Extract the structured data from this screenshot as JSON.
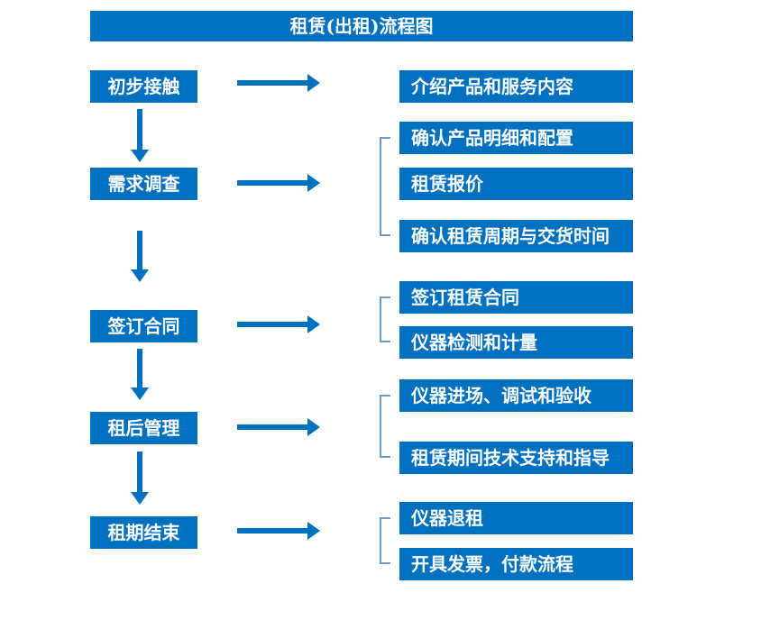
{
  "title": "租赁(出租)流程图",
  "colors": {
    "primary": "#0070C0",
    "bracket": "#6f9bcb",
    "text-on-primary": "#ffffff",
    "bg": "#ffffff"
  },
  "flow": {
    "steps": [
      {
        "label": "初步接触",
        "details": [
          "介绍产品和服务内容"
        ]
      },
      {
        "label": "需求调查",
        "details": [
          "确认产品明细和配置",
          "租赁报价",
          "确认租赁周期与交货时间"
        ]
      },
      {
        "label": "签订合同",
        "details": [
          "签订租赁合同",
          "仪器检测和计量"
        ]
      },
      {
        "label": "租后管理",
        "details": [
          "仪器进场、调试和验收",
          "租赁期间技术支持和指导"
        ]
      },
      {
        "label": "租期结束",
        "details": [
          "仪器退租",
          "开具发票，付款流程"
        ]
      }
    ]
  }
}
